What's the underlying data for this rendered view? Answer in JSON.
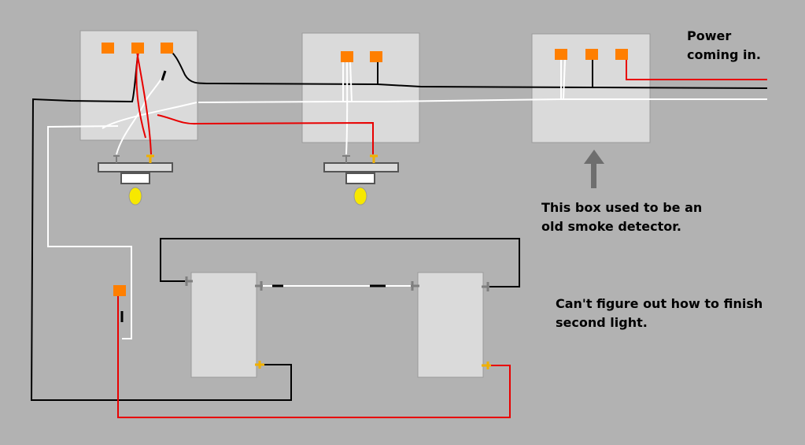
{
  "labels": {
    "power_line1": "Power",
    "power_line2": "coming in.",
    "smoke_line1": "This box used to be an",
    "smoke_line2": "old smoke detector.",
    "cant_line1": "Can't figure out how to finish",
    "cant_line2": "second light."
  },
  "colors": {
    "background": "#b2b2b2",
    "box": "#dadada",
    "connector": "#ff7f00",
    "hot_wire": "#e80000",
    "neutral_wire": "#ffffff",
    "black_wire": "#000000",
    "terminal_gold": "#f0b000",
    "terminal_silver": "#7f7f7f",
    "bulb": "#f7e800",
    "arrow": "#6e6e6e"
  }
}
